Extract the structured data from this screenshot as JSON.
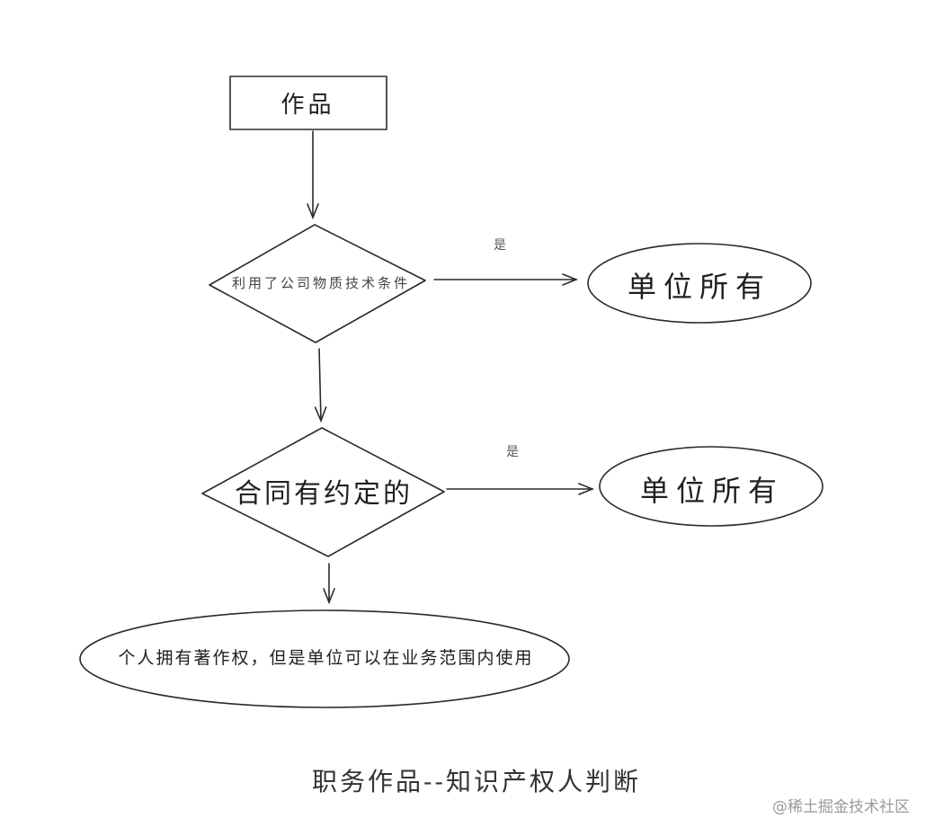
{
  "diagram": {
    "start_node": "作品",
    "decision_1": "利用了公司物质技术条件",
    "decision_2": "合同有约定的",
    "branch_yes_1": "是",
    "branch_yes_2": "是",
    "result_1": "单位所有",
    "result_2": "单位所有",
    "result_default": "个人拥有著作权，但是单位可以在业务范围内使用",
    "caption": "职务作品--知识产权人判断"
  },
  "watermark": "@稀土掘金技术社区",
  "colors": {
    "stroke": "#2a2a2a",
    "background": "#ffffff",
    "watermark": "#9a9a9a"
  }
}
